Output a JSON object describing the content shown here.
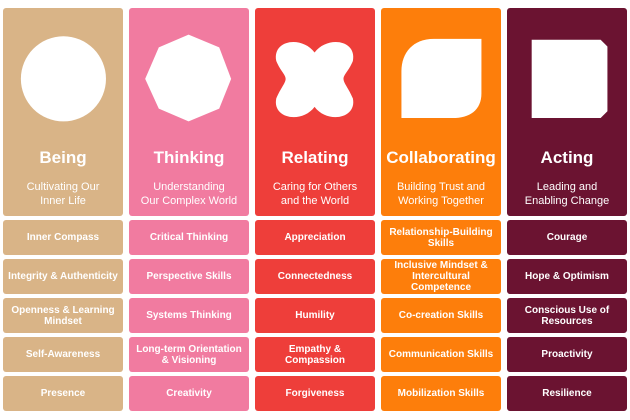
{
  "columns": [
    {
      "title": "Being",
      "subtitle": [
        "Cultivating Our",
        "Inner Life"
      ],
      "color": "#d9b487",
      "shape": "circle-icon",
      "items": [
        "Inner Compass",
        "Integrity & Authenticity",
        "Openness &\nLearning Mindset",
        "Self-Awareness",
        "Presence"
      ]
    },
    {
      "title": "Thinking",
      "subtitle": [
        "Understanding",
        "Our Complex World"
      ],
      "color": "#f17ba0",
      "shape": "octagon-icon",
      "items": [
        "Critical Thinking",
        "Perspective Skills",
        "Systems Thinking",
        "Long-term Orientation\n& Visioning",
        "Creativity"
      ]
    },
    {
      "title": "Relating",
      "subtitle": [
        "Caring for Others",
        "and the World"
      ],
      "color": "#ee3e3a",
      "shape": "four-lobe-icon",
      "items": [
        "Appreciation",
        "Connectedness",
        "Humility",
        "Empathy & Compassion",
        "Forgiveness"
      ]
    },
    {
      "title": "Collaborating",
      "subtitle": [
        "Building Trust and",
        "Working Together"
      ],
      "color": "#fd7e0b",
      "shape": "leaf-icon",
      "items": [
        "Relationship-Building\nSkills",
        "Inclusive Mindset &\nIntercultural Competence",
        "Co-creation Skills",
        "Communication Skills",
        "Mobilization Skills"
      ]
    },
    {
      "title": "Acting",
      "subtitle": [
        "Leading and",
        "Enabling Change"
      ],
      "color": "#6b1331",
      "shape": "cut-square-icon",
      "items": [
        "Courage",
        "Hope & Optimism",
        "Conscious Use\nof Resources",
        "Proactivity",
        "Resilience"
      ]
    }
  ]
}
